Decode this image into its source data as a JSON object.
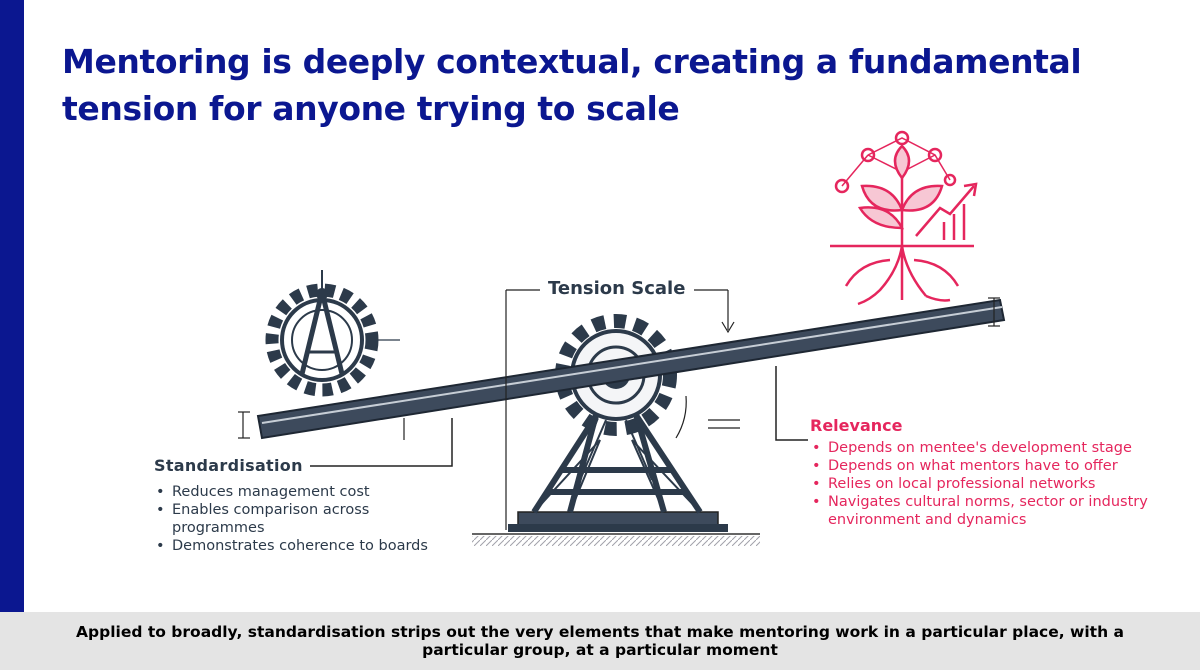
{
  "slide": {
    "title": "Mentoring is deeply contextual, creating a fundamental tension for anyone trying to scale",
    "accent_color": "#0b1790",
    "highlight_color": "#e5265d"
  },
  "diagram": {
    "scale_label": "Tension Scale",
    "left_icon": "compass-gear-icon",
    "right_icon": "growing-plant-network-icon",
    "pivot_icon": "gear-pivot-icon"
  },
  "standardisation": {
    "heading": "Standardisation",
    "points": [
      "Reduces management cost",
      "Enables comparison across programmes",
      "Demonstrates coherence to boards"
    ]
  },
  "relevance": {
    "heading": "Relevance",
    "points": [
      "Depends on mentee's development stage",
      "Depends on what mentors have to offer",
      "Relies on local professional networks",
      " Navigates cultural norms, sector or industry environment and dynamics"
    ]
  },
  "footer": {
    "text": "Applied to broadly, standardisation strips out the very elements that make mentoring work in a particular place, with a particular group, at a particular moment"
  }
}
